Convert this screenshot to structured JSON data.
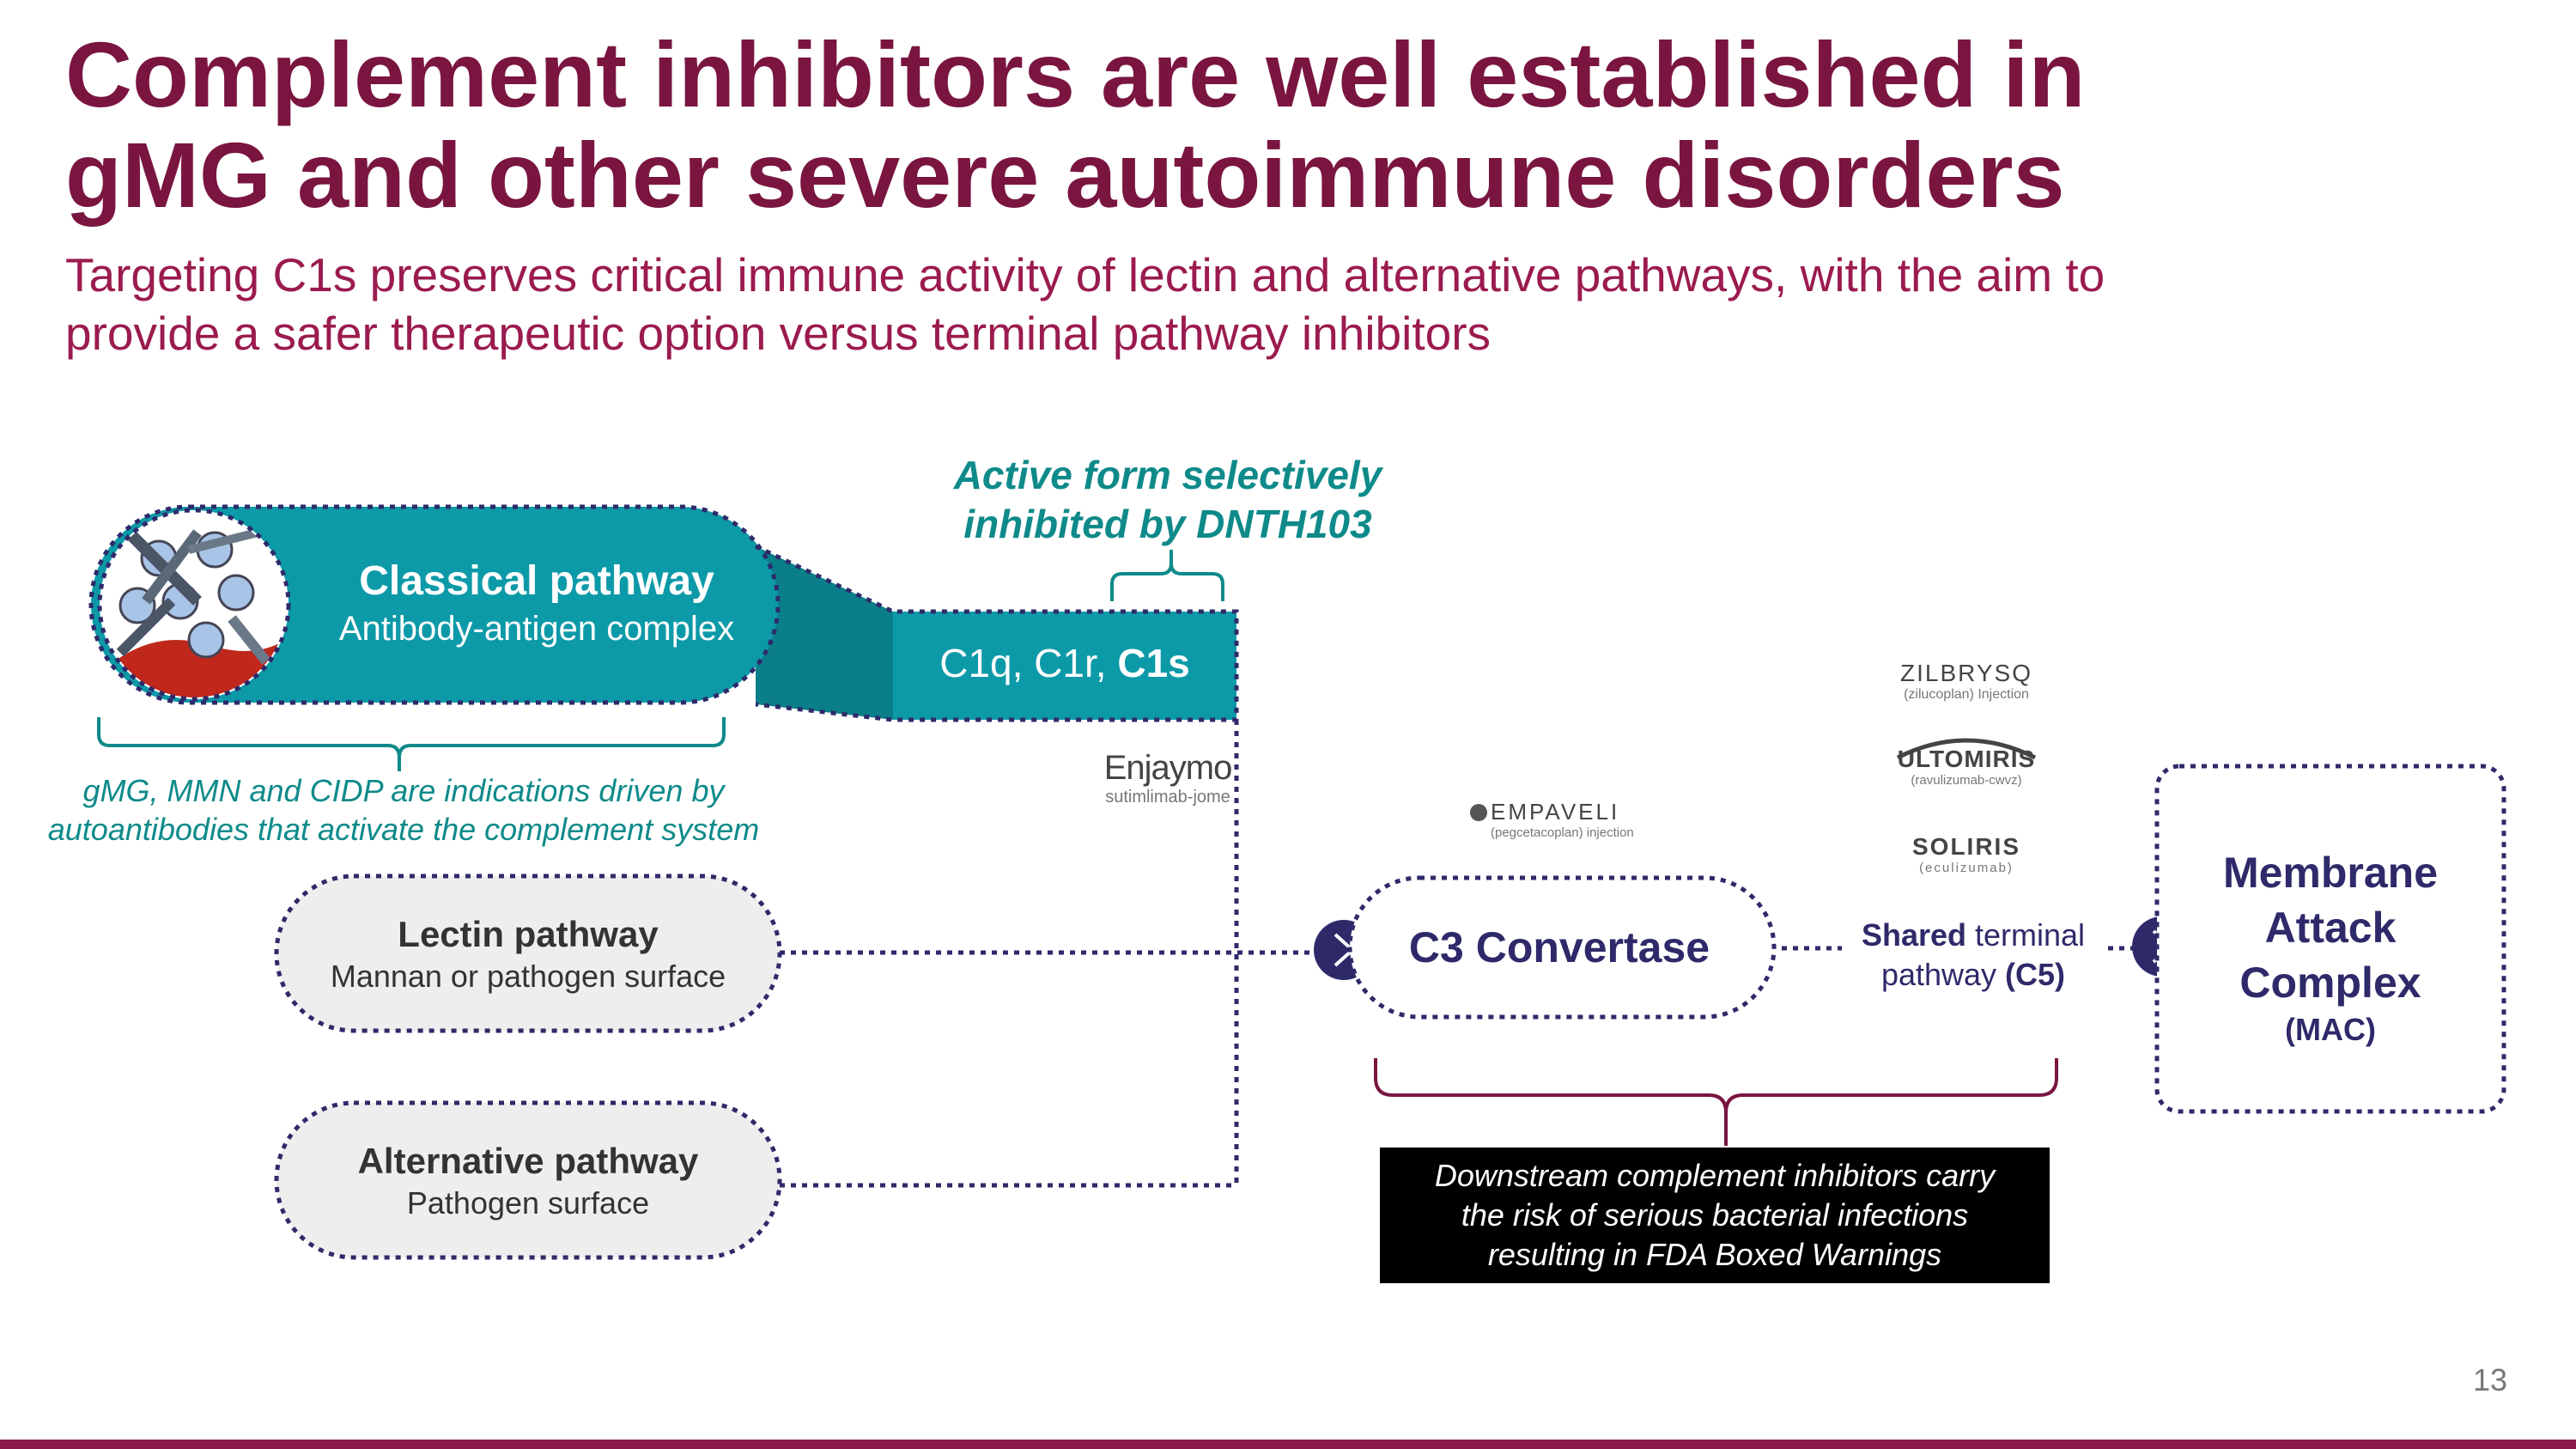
{
  "title": "Complement inhibitors are well established in gMG and other severe autoimmune disorders",
  "subtitle": "Targeting C1s preserves critical immune activity of lectin and alternative pathways, with the aim to provide a safer therapeutic option versus terminal pathway inhibitors",
  "active_form": {
    "line1": "Active form selectively",
    "line2": "inhibited by DNTH103"
  },
  "classical": {
    "title": "Classical pathway",
    "subtitle": "Antibody-antigen complex",
    "complex_prefix": "C1q, C1r, ",
    "complex_bold": "C1s"
  },
  "indications_note": {
    "line1": "gMG, MMN and CIDP are indications driven by",
    "line2": "autoantibodies that activate the complement system"
  },
  "lectin": {
    "title": "Lectin pathway",
    "subtitle": "Mannan or pathogen surface"
  },
  "alternative": {
    "title": "Alternative pathway",
    "subtitle": "Pathogen surface"
  },
  "c3": {
    "label": "C3 Convertase"
  },
  "shared": {
    "bold1": "Shared",
    "text1": " terminal",
    "text2": "pathway ",
    "bold2": "(C5)"
  },
  "mac": {
    "line1": "Membrane",
    "line2": "Attack",
    "line3": "Complex",
    "abbr": "(MAC)"
  },
  "warning": "Downstream complement inhibitors carry the risk of serious bacterial infections resulting in FDA Boxed Warnings",
  "logos": {
    "enjaymo": {
      "name": "Enjaymo",
      "generic": "sutimlimab-jome"
    },
    "empaveli": {
      "name": "EMPAVELI",
      "generic": "(pegcetacoplan) injection"
    },
    "zilbrysq": {
      "name": "ZILBRYSQ",
      "generic": "(zilucoplan) Injection"
    },
    "ultomiris": {
      "name": "ULTOMIRIS",
      "generic": "(ravulizumab-cwvz)"
    },
    "soliris": {
      "name": "SOLIRIS",
      "generic": "(eculizumab)"
    }
  },
  "page_number": "13",
  "colors": {
    "title": "#7a1540",
    "subtitle": "#9b1b4e",
    "teal": "#0d9aa8",
    "teal_dark": "#0a7f8a",
    "navy": "#2e2a6a",
    "pill_fill": "#eeeeee",
    "bar": "#8b1a48"
  }
}
